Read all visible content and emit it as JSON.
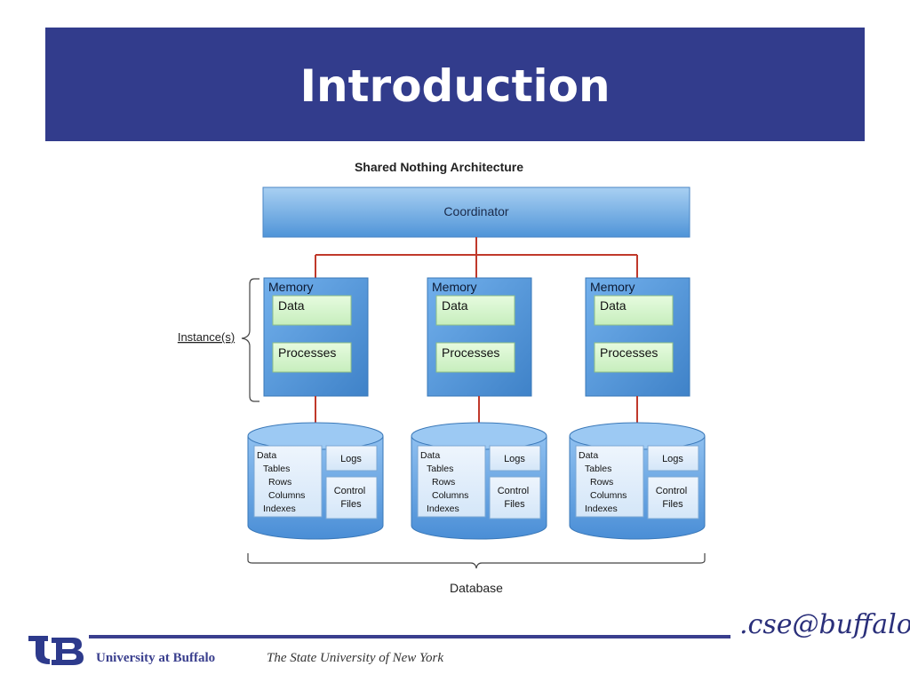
{
  "slide": {
    "title": "Introduction",
    "colors": {
      "title_bar": "#323c8c",
      "node_blue": "#5b9bd5",
      "inner_green": "#d6f5c9",
      "connector": "#c0392b"
    }
  },
  "diagram": {
    "heading": "Shared Nothing Architecture",
    "coordinator_label": "Coordinator",
    "instances_label": "Instance(s)",
    "database_label": "Database",
    "instances": [
      {
        "memory": "Memory",
        "data": "Data",
        "processes": "Processes"
      },
      {
        "memory": "Memory",
        "data": "Data",
        "processes": "Processes"
      },
      {
        "memory": "Memory",
        "data": "Data",
        "processes": "Processes"
      }
    ],
    "disks": [
      {
        "data_lines": [
          "Data",
          "Tables",
          "Rows",
          "Columns",
          "Indexes"
        ],
        "logs": "Logs",
        "control_lines": [
          "Control",
          "Files"
        ]
      },
      {
        "data_lines": [
          "Data",
          "Tables",
          "Rows",
          "Columns",
          "Indexes"
        ],
        "logs": "Logs",
        "control_lines": [
          "Control",
          "Files"
        ]
      },
      {
        "data_lines": [
          "Data",
          "Tables",
          "Rows",
          "Columns",
          "Indexes"
        ],
        "logs": "Logs",
        "control_lines": [
          "Control",
          "Files"
        ]
      }
    ]
  },
  "footer": {
    "university": "University at Buffalo",
    "suny": "The State University of New York",
    "signature": ".cse@buffalo"
  }
}
